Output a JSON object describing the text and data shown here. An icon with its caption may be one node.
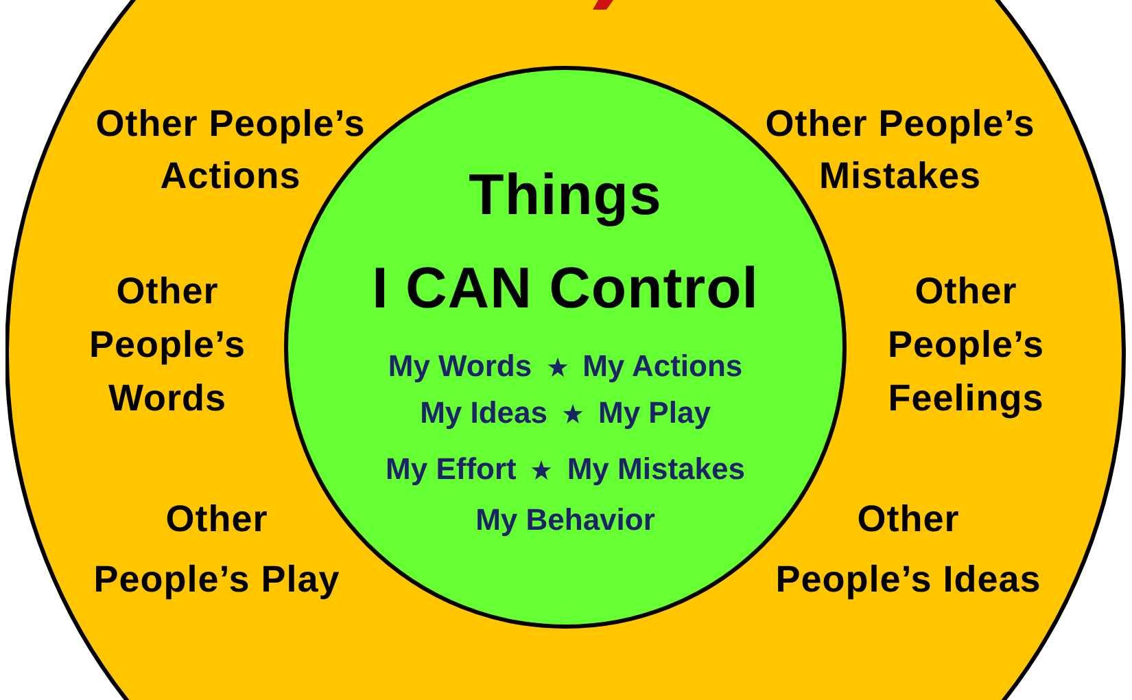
{
  "diagram": {
    "nodes": [
      {
        "text": [
          "Other People’s Actions",
          "Other People’s Mistakes",
          "Other People’s Words",
          "Other People’s Feelings",
          "Other People’s Play",
          "Other People’s Ideas"
        ]
      },
      {
        "text": [
          "Things I CAN Control",
          "My Words",
          "My Actions",
          "My Ideas",
          "My Play",
          "My Effort",
          "My Mistakes",
          "My Behavior"
        ],
        "in": 0
      }
    ],
    "edges": []
  }
}
